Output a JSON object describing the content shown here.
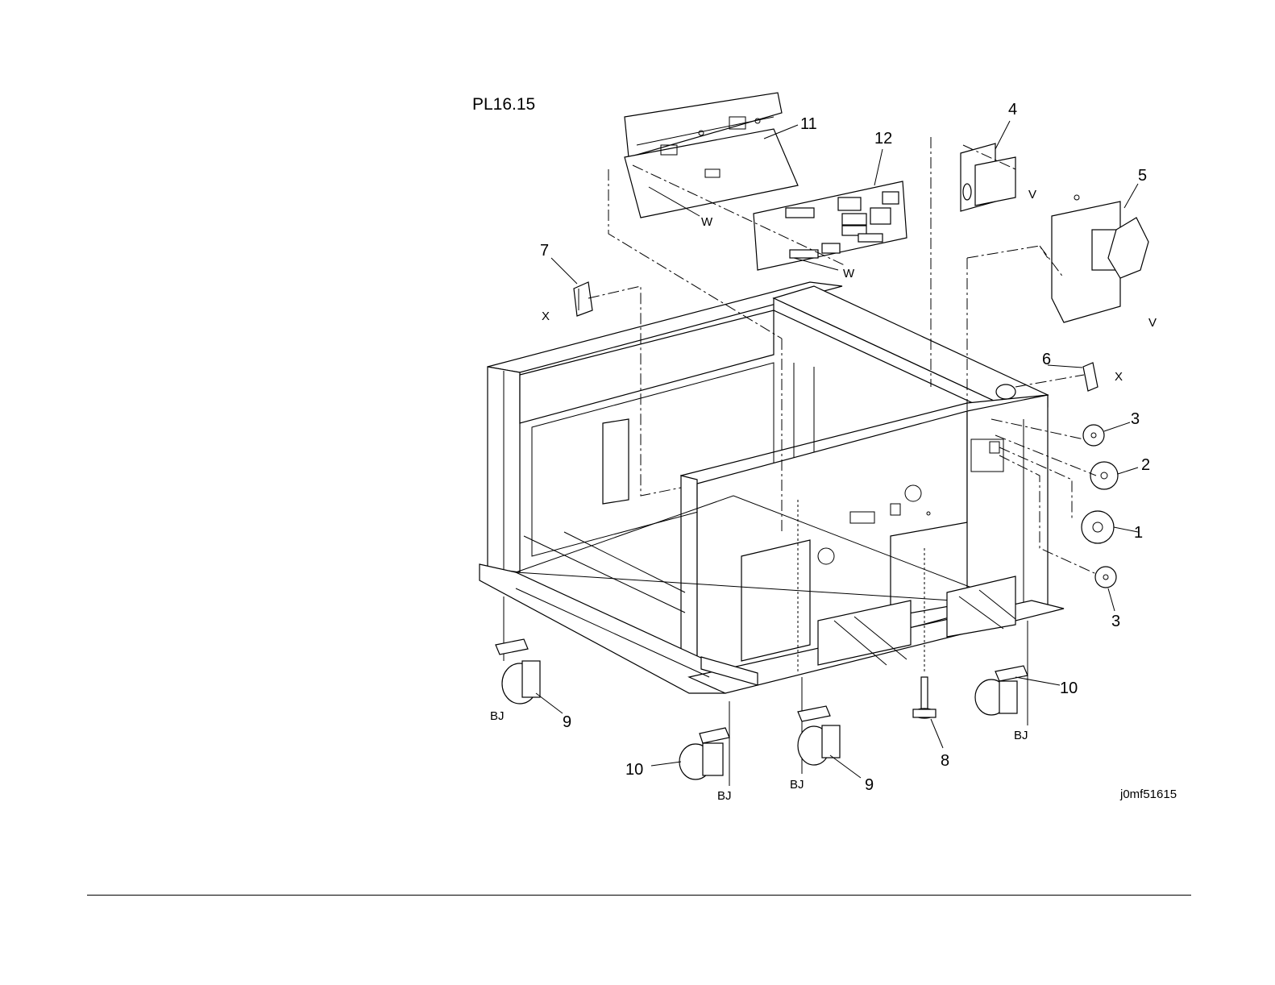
{
  "page_title": "PL16.15",
  "figure_id": "j0mf51615",
  "callouts": {
    "c1": "1",
    "c2": "2",
    "c3a": "3",
    "c3b": "3",
    "c4": "4",
    "c5": "5",
    "c6": "6",
    "c7": "7",
    "c8": "8",
    "c9a": "9",
    "c9b": "9",
    "c10a": "10",
    "c10b": "10",
    "c11": "11",
    "c12": "12"
  },
  "refs": {
    "v1": "V",
    "v2": "V",
    "w1": "W",
    "w2": "W",
    "x1": "X",
    "x2": "X",
    "bj1": "BJ",
    "bj2": "BJ",
    "bj3": "BJ",
    "bj4": "BJ"
  }
}
